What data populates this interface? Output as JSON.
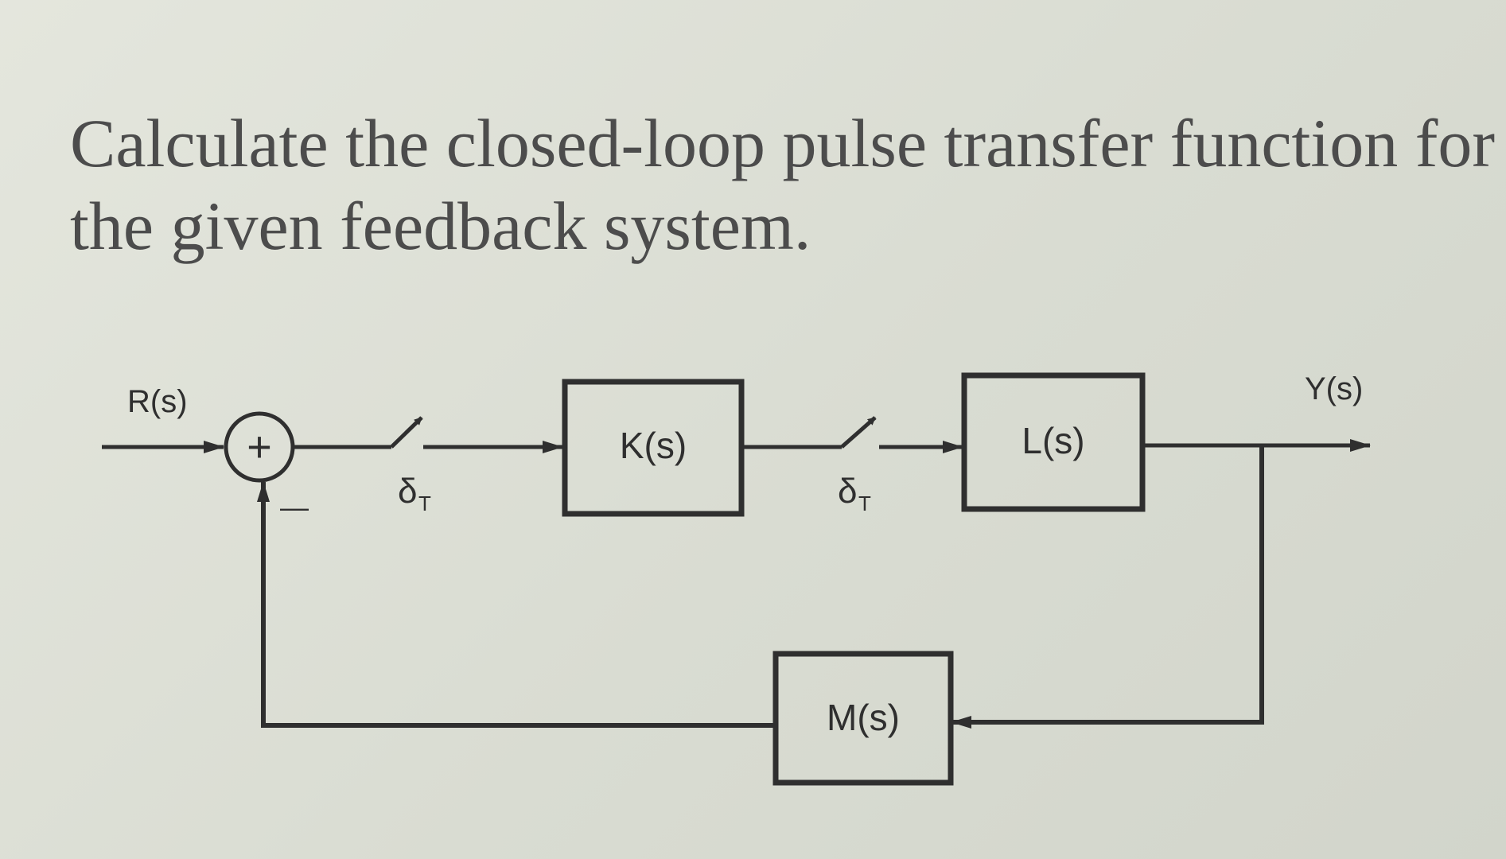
{
  "question": {
    "line1": "Calculate the closed-loop pulse transfer function for",
    "line2": "the given feedback system."
  },
  "diagram": {
    "input_label": "R(s)",
    "output_label": "Y(s)",
    "summing_junction": {
      "symbol": "+",
      "feedback_sign": "—"
    },
    "sampler_1": {
      "symbol": "δ",
      "subscript": "T"
    },
    "sampler_2": {
      "symbol": "δ",
      "subscript": "T"
    },
    "blocks": {
      "forward_1": "K(s)",
      "forward_2": "L(s)",
      "feedback": "M(s)"
    }
  },
  "colors": {
    "background": "#dde0d6",
    "ink": "#2f2f2f",
    "text": "#4c4c4c"
  }
}
